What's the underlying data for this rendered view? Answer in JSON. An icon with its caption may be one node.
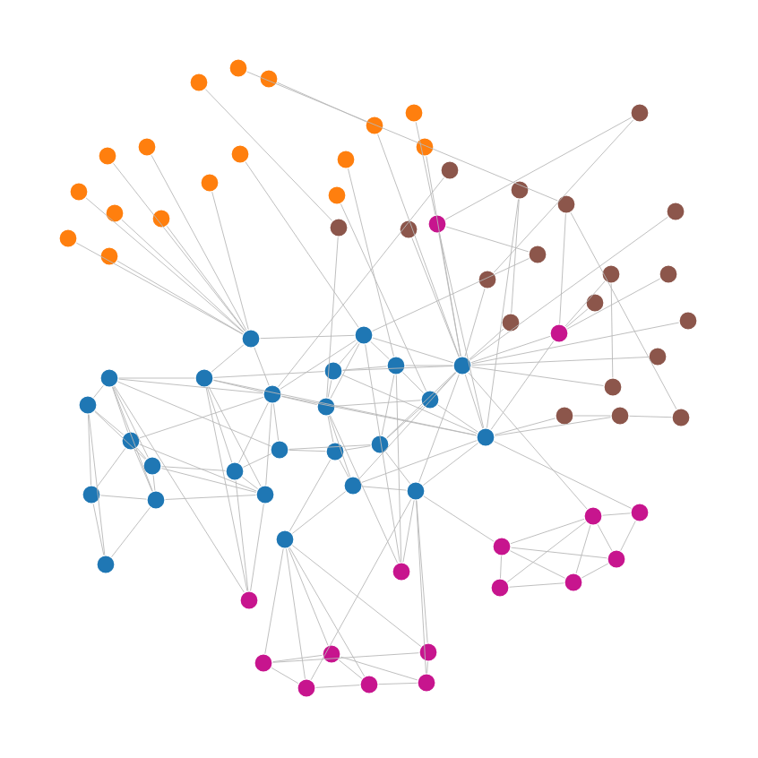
{
  "diagram": {
    "nodes": [
      {
        "text": [],
        "shape": "circle"
      },
      {
        "text": [],
        "shape": "circle"
      },
      {
        "text": [],
        "shape": "circle"
      },
      {
        "text": [],
        "shape": "circle"
      },
      {
        "text": [],
        "shape": "circle"
      },
      {
        "text": [],
        "shape": "circle"
      },
      {
        "text": [],
        "shape": "circle"
      },
      {
        "text": [],
        "shape": "circle"
      },
      {
        "text": [],
        "shape": "circle"
      },
      {
        "text": [],
        "shape": "circle"
      },
      {
        "text": [],
        "shape": "circle"
      },
      {
        "text": [],
        "shape": "circle"
      },
      {
        "text": [],
        "shape": "circle"
      },
      {
        "text": [],
        "shape": "circle"
      },
      {
        "text": [],
        "shape": "circle"
      },
      {
        "text": [],
        "shape": "circle"
      },
      {
        "text": [],
        "shape": "circle"
      },
      {
        "text": [],
        "shape": "circle"
      },
      {
        "text": [],
        "shape": "circle"
      },
      {
        "text": [],
        "shape": "circle"
      },
      {
        "text": [],
        "shape": "circle"
      },
      {
        "text": [],
        "shape": "circle"
      },
      {
        "text": [],
        "shape": "circle"
      },
      {
        "text": [],
        "shape": "circle"
      },
      {
        "text": [],
        "shape": "circle"
      },
      {
        "text": [],
        "shape": "circle"
      },
      {
        "text": [],
        "shape": "circle"
      },
      {
        "text": [],
        "shape": "circle"
      },
      {
        "text": [],
        "shape": "circle"
      },
      {
        "text": [],
        "shape": "circle"
      },
      {
        "text": [],
        "shape": "circle"
      },
      {
        "text": [],
        "shape": "circle"
      },
      {
        "text": [],
        "shape": "circle"
      },
      {
        "text": [],
        "shape": "circle"
      },
      {
        "text": [],
        "shape": "circle"
      },
      {
        "text": [],
        "shape": "circle"
      },
      {
        "text": [],
        "shape": "circle"
      },
      {
        "text": [],
        "shape": "circle"
      },
      {
        "text": [],
        "shape": "circle"
      },
      {
        "text": [],
        "shape": "circle"
      },
      {
        "text": [],
        "shape": "circle"
      },
      {
        "text": [],
        "shape": "circle"
      },
      {
        "text": [],
        "shape": "circle"
      },
      {
        "text": [],
        "shape": "circle"
      },
      {
        "text": [],
        "shape": "circle"
      },
      {
        "text": [],
        "shape": "circle"
      },
      {
        "text": [],
        "shape": "circle"
      },
      {
        "text": [],
        "shape": "circle"
      },
      {
        "text": [],
        "shape": "circle"
      },
      {
        "text": [],
        "shape": "circle"
      },
      {
        "text": [],
        "shape": "circle"
      },
      {
        "text": [],
        "shape": "circle"
      },
      {
        "text": [],
        "shape": "circle"
      },
      {
        "text": [],
        "shape": "circle"
      },
      {
        "text": [],
        "shape": "circle"
      },
      {
        "text": [],
        "shape": "circle"
      },
      {
        "text": [],
        "shape": "circle"
      },
      {
        "text": [],
        "shape": "circle"
      },
      {
        "text": [],
        "shape": "circle"
      },
      {
        "text": [],
        "shape": "circle"
      },
      {
        "text": [],
        "shape": "circle"
      },
      {
        "text": [],
        "shape": "circle"
      },
      {
        "text": [],
        "shape": "circle"
      },
      {
        "text": [],
        "shape": "circle"
      },
      {
        "text": [],
        "shape": "circle"
      },
      {
        "text": [],
        "shape": "circle"
      },
      {
        "text": [],
        "shape": "circle"
      },
      {
        "text": [],
        "shape": "circle"
      },
      {
        "text": [],
        "shape": "circle"
      },
      {
        "text": [],
        "shape": "circle"
      },
      {
        "text": [],
        "shape": "circle"
      },
      {
        "text": [],
        "shape": "circle"
      },
      {
        "text": [],
        "shape": "circle"
      },
      {
        "text": [],
        "shape": "circle"
      },
      {
        "text": [],
        "shape": "circle"
      },
      {
        "text": [],
        "shape": "circle"
      },
      {
        "text": [],
        "shape": "circle"
      }
    ],
    "edges": [
      {
        "from": 8,
        "to": 52,
        "arrow": "none"
      },
      {
        "from": 9,
        "to": 52,
        "arrow": "none"
      },
      {
        "from": 10,
        "to": 52,
        "arrow": "none"
      },
      {
        "from": 11,
        "to": 52,
        "arrow": "none"
      },
      {
        "from": 12,
        "to": 52,
        "arrow": "none"
      },
      {
        "from": 13,
        "to": 52,
        "arrow": "none"
      },
      {
        "from": 14,
        "to": 52,
        "arrow": "none"
      },
      {
        "from": 15,
        "to": 52,
        "arrow": "none"
      },
      {
        "from": 16,
        "to": 53,
        "arrow": "none"
      },
      {
        "from": 0,
        "to": 22,
        "arrow": "none"
      },
      {
        "from": 1,
        "to": 20,
        "arrow": "none"
      },
      {
        "from": 2,
        "to": 3,
        "arrow": "none"
      },
      {
        "from": 3,
        "to": 58,
        "arrow": "none"
      },
      {
        "from": 4,
        "to": 36,
        "arrow": "none"
      },
      {
        "from": 5,
        "to": 58,
        "arrow": "none"
      },
      {
        "from": 6,
        "to": 57,
        "arrow": "none"
      },
      {
        "from": 7,
        "to": 62,
        "arrow": "none"
      },
      {
        "from": 17,
        "to": 36,
        "arrow": "none"
      },
      {
        "from": 17,
        "to": 25,
        "arrow": "none"
      },
      {
        "from": 18,
        "to": 60,
        "arrow": "none"
      },
      {
        "from": 19,
        "to": 69,
        "arrow": "none"
      },
      {
        "from": 19,
        "to": 29,
        "arrow": "none"
      },
      {
        "from": 20,
        "to": 37,
        "arrow": "none"
      },
      {
        "from": 20,
        "to": 35,
        "arrow": "none"
      },
      {
        "from": 21,
        "to": 58,
        "arrow": "none"
      },
      {
        "from": 22,
        "to": 61,
        "arrow": "none"
      },
      {
        "from": 23,
        "to": 58,
        "arrow": "none"
      },
      {
        "from": 24,
        "to": 53,
        "arrow": "none"
      },
      {
        "from": 25,
        "to": 58,
        "arrow": "none"
      },
      {
        "from": 26,
        "to": 37,
        "arrow": "none"
      },
      {
        "from": 26,
        "to": 32,
        "arrow": "none"
      },
      {
        "from": 27,
        "to": 37,
        "arrow": "none"
      },
      {
        "from": 28,
        "to": 37,
        "arrow": "none"
      },
      {
        "from": 29,
        "to": 58,
        "arrow": "none"
      },
      {
        "from": 30,
        "to": 58,
        "arrow": "none"
      },
      {
        "from": 31,
        "to": 58,
        "arrow": "none"
      },
      {
        "from": 32,
        "to": 58,
        "arrow": "none"
      },
      {
        "from": 33,
        "to": 69,
        "arrow": "none"
      },
      {
        "from": 34,
        "to": 69,
        "arrow": "none"
      },
      {
        "from": 33,
        "to": 34,
        "arrow": "none"
      },
      {
        "from": 34,
        "to": 35,
        "arrow": "none"
      },
      {
        "from": 36,
        "to": 58,
        "arrow": "none"
      },
      {
        "from": 36,
        "to": 69,
        "arrow": "none"
      },
      {
        "from": 36,
        "to": 24,
        "arrow": "none"
      },
      {
        "from": 37,
        "to": 58,
        "arrow": "none"
      },
      {
        "from": 37,
        "to": 69,
        "arrow": "none"
      },
      {
        "from": 40,
        "to": 54,
        "arrow": "none"
      },
      {
        "from": 40,
        "to": 55,
        "arrow": "none"
      },
      {
        "from": 40,
        "to": 65,
        "arrow": "none"
      },
      {
        "from": 40,
        "to": 72,
        "arrow": "none"
      },
      {
        "from": 41,
        "to": 53,
        "arrow": "none"
      },
      {
        "from": 41,
        "to": 61,
        "arrow": "none"
      },
      {
        "from": 41,
        "to": 57,
        "arrow": "none"
      },
      {
        "from": 42,
        "to": 75,
        "arrow": "none"
      },
      {
        "from": 43,
        "to": 75,
        "arrow": "none"
      },
      {
        "from": 44,
        "to": 75,
        "arrow": "none"
      },
      {
        "from": 45,
        "to": 75,
        "arrow": "none"
      },
      {
        "from": 46,
        "to": 75,
        "arrow": "none"
      },
      {
        "from": 47,
        "to": 74,
        "arrow": "none"
      },
      {
        "from": 44,
        "to": 74,
        "arrow": "none"
      },
      {
        "from": 45,
        "to": 74,
        "arrow": "none"
      },
      {
        "from": 42,
        "to": 43,
        "arrow": "none"
      },
      {
        "from": 42,
        "to": 45,
        "arrow": "none"
      },
      {
        "from": 42,
        "to": 44,
        "arrow": "none"
      },
      {
        "from": 43,
        "to": 46,
        "arrow": "none"
      },
      {
        "from": 43,
        "to": 47,
        "arrow": "none"
      },
      {
        "from": 44,
        "to": 47,
        "arrow": "none"
      },
      {
        "from": 45,
        "to": 46,
        "arrow": "none"
      },
      {
        "from": 46,
        "to": 47,
        "arrow": "none"
      },
      {
        "from": 38,
        "to": 74,
        "arrow": "none"
      },
      {
        "from": 38,
        "to": 39,
        "arrow": "none"
      },
      {
        "from": 38,
        "to": 48,
        "arrow": "none"
      },
      {
        "from": 38,
        "to": 50,
        "arrow": "none"
      },
      {
        "from": 38,
        "to": 51,
        "arrow": "none"
      },
      {
        "from": 39,
        "to": 51,
        "arrow": "none"
      },
      {
        "from": 39,
        "to": 48,
        "arrow": "none"
      },
      {
        "from": 48,
        "to": 49,
        "arrow": "none"
      },
      {
        "from": 48,
        "to": 50,
        "arrow": "none"
      },
      {
        "from": 48,
        "to": 51,
        "arrow": "none"
      },
      {
        "from": 49,
        "to": 50,
        "arrow": "none"
      },
      {
        "from": 50,
        "to": 51,
        "arrow": "none"
      },
      {
        "from": 49,
        "to": 69,
        "arrow": "none"
      },
      {
        "from": 48,
        "to": 58,
        "arrow": "none"
      },
      {
        "from": 52,
        "to": 55,
        "arrow": "none"
      },
      {
        "from": 52,
        "to": 53,
        "arrow": "none"
      },
      {
        "from": 52,
        "to": 60,
        "arrow": "none"
      },
      {
        "from": 53,
        "to": 56,
        "arrow": "none"
      },
      {
        "from": 53,
        "to": 57,
        "arrow": "none"
      },
      {
        "from": 53,
        "to": 58,
        "arrow": "none"
      },
      {
        "from": 53,
        "to": 60,
        "arrow": "none"
      },
      {
        "from": 53,
        "to": 61,
        "arrow": "none"
      },
      {
        "from": 54,
        "to": 55,
        "arrow": "none"
      },
      {
        "from": 54,
        "to": 59,
        "arrow": "none"
      },
      {
        "from": 54,
        "to": 63,
        "arrow": "none"
      },
      {
        "from": 54,
        "to": 64,
        "arrow": "none"
      },
      {
        "from": 54,
        "to": 71,
        "arrow": "none"
      },
      {
        "from": 54,
        "to": 66,
        "arrow": "none"
      },
      {
        "from": 54,
        "to": 60,
        "arrow": "none"
      },
      {
        "from": 55,
        "to": 60,
        "arrow": "none"
      },
      {
        "from": 55,
        "to": 56,
        "arrow": "none"
      },
      {
        "from": 55,
        "to": 65,
        "arrow": "none"
      },
      {
        "from": 55,
        "to": 72,
        "arrow": "none"
      },
      {
        "from": 55,
        "to": 69,
        "arrow": "none"
      },
      {
        "from": 56,
        "to": 57,
        "arrow": "none"
      },
      {
        "from": 56,
        "to": 61,
        "arrow": "none"
      },
      {
        "from": 56,
        "to": 58,
        "arrow": "none"
      },
      {
        "from": 56,
        "to": 69,
        "arrow": "none"
      },
      {
        "from": 57,
        "to": 58,
        "arrow": "none"
      },
      {
        "from": 57,
        "to": 62,
        "arrow": "none"
      },
      {
        "from": 57,
        "to": 68,
        "arrow": "none"
      },
      {
        "from": 58,
        "to": 62,
        "arrow": "none"
      },
      {
        "from": 58,
        "to": 69,
        "arrow": "none"
      },
      {
        "from": 58,
        "to": 74,
        "arrow": "none"
      },
      {
        "from": 58,
        "to": 68,
        "arrow": "none"
      },
      {
        "from": 58,
        "to": 73,
        "arrow": "none"
      },
      {
        "from": 59,
        "to": 63,
        "arrow": "none"
      },
      {
        "from": 59,
        "to": 70,
        "arrow": "none"
      },
      {
        "from": 59,
        "to": 76,
        "arrow": "none"
      },
      {
        "from": 59,
        "to": 64,
        "arrow": "none"
      },
      {
        "from": 60,
        "to": 61,
        "arrow": "none"
      },
      {
        "from": 60,
        "to": 66,
        "arrow": "none"
      },
      {
        "from": 60,
        "to": 65,
        "arrow": "none"
      },
      {
        "from": 60,
        "to": 72,
        "arrow": "none"
      },
      {
        "from": 60,
        "to": 63,
        "arrow": "none"
      },
      {
        "from": 60,
        "to": 69,
        "arrow": "none"
      },
      {
        "from": 61,
        "to": 67,
        "arrow": "none"
      },
      {
        "from": 61,
        "to": 73,
        "arrow": "none"
      },
      {
        "from": 61,
        "to": 62,
        "arrow": "none"
      },
      {
        "from": 62,
        "to": 69,
        "arrow": "none"
      },
      {
        "from": 62,
        "to": 68,
        "arrow": "none"
      },
      {
        "from": 63,
        "to": 64,
        "arrow": "none"
      },
      {
        "from": 63,
        "to": 71,
        "arrow": "none"
      },
      {
        "from": 63,
        "to": 70,
        "arrow": "none"
      },
      {
        "from": 63,
        "to": 72,
        "arrow": "none"
      },
      {
        "from": 64,
        "to": 71,
        "arrow": "none"
      },
      {
        "from": 64,
        "to": 65,
        "arrow": "none"
      },
      {
        "from": 64,
        "to": 72,
        "arrow": "none"
      },
      {
        "from": 65,
        "to": 66,
        "arrow": "none"
      },
      {
        "from": 65,
        "to": 72,
        "arrow": "none"
      },
      {
        "from": 66,
        "to": 67,
        "arrow": "none"
      },
      {
        "from": 66,
        "to": 68,
        "arrow": "none"
      },
      {
        "from": 67,
        "to": 68,
        "arrow": "none"
      },
      {
        "from": 67,
        "to": 73,
        "arrow": "none"
      },
      {
        "from": 68,
        "to": 74,
        "arrow": "none"
      },
      {
        "from": 69,
        "to": 74,
        "arrow": "none"
      },
      {
        "from": 69,
        "to": 73,
        "arrow": "none"
      },
      {
        "from": 70,
        "to": 71,
        "arrow": "none"
      },
      {
        "from": 70,
        "to": 76,
        "arrow": "none"
      },
      {
        "from": 71,
        "to": 72,
        "arrow": "none"
      },
      {
        "from": 71,
        "to": 76,
        "arrow": "none"
      },
      {
        "from": 73,
        "to": 74,
        "arrow": "none"
      },
      {
        "from": 73,
        "to": 75,
        "arrow": "none"
      },
      {
        "from": 74,
        "to": 41,
        "arrow": "none"
      },
      {
        "from": 75,
        "to": 67,
        "arrow": "none"
      }
    ]
  }
}
